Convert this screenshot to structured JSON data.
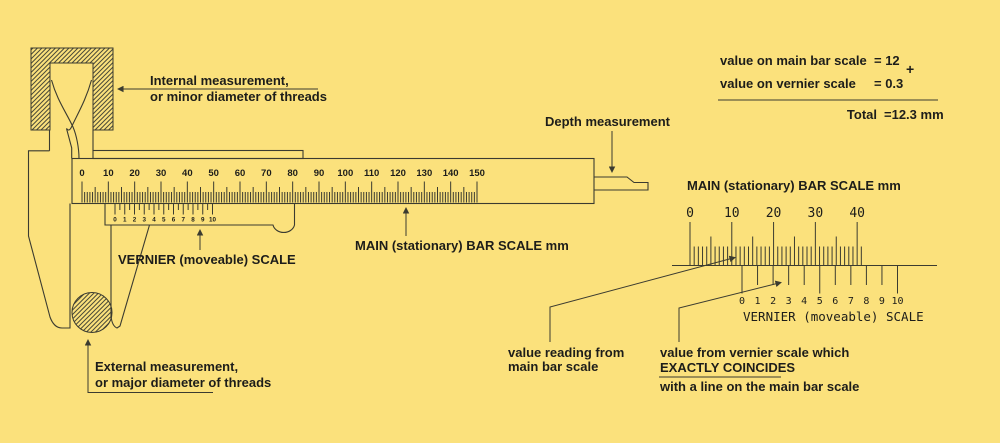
{
  "colors": {
    "background": "#fbe17c",
    "line": "#3b3b30",
    "text": "#1d1d1a"
  },
  "caliper": {
    "internal_label": [
      "Internal measurement,",
      "or minor diameter of threads"
    ],
    "external_label": [
      "External measurement,",
      "or major diameter of threads"
    ],
    "depth_label": "Depth measurement",
    "main_scale_label": "MAIN (stationary) BAR SCALE  mm",
    "vernier_scale_label": "VERNIER (moveable) SCALE",
    "main_scale": {
      "numbers": [
        0,
        10,
        20,
        30,
        40,
        50,
        60,
        70,
        80,
        90,
        100,
        110,
        120,
        130,
        140,
        150
      ],
      "divisions": 150
    },
    "vernier_scale": {
      "numbers": [
        0,
        1,
        2,
        3,
        4,
        5,
        6,
        7,
        8,
        9,
        10
      ],
      "half_divisions": 20
    }
  },
  "magnified_view": {
    "main_scale_label": "MAIN (stationary) BAR SCALE  mm",
    "main_numbers": [
      0,
      10,
      20,
      30,
      40
    ],
    "main_divisions": 41,
    "vernier_numbers": [
      0,
      1,
      2,
      3,
      4,
      5,
      6,
      7,
      8,
      9,
      10
    ],
    "vernier_scale_label": "VERNIER  (moveable)  SCALE",
    "main_reading_label": [
      "value  reading from",
      "main bar scale"
    ],
    "vernier_reading_label": [
      "value from vernier scale which",
      "EXACTLY COINCIDES",
      "with a line on the main bar scale"
    ]
  },
  "calculation": {
    "row1_label": "value on main bar scale",
    "row1_value": "= 12",
    "plus_sign": "+",
    "row2_label": "value on vernier scale",
    "row2_value": "= 0.3",
    "total_label": "Total",
    "total_value": "=12.3 mm"
  }
}
